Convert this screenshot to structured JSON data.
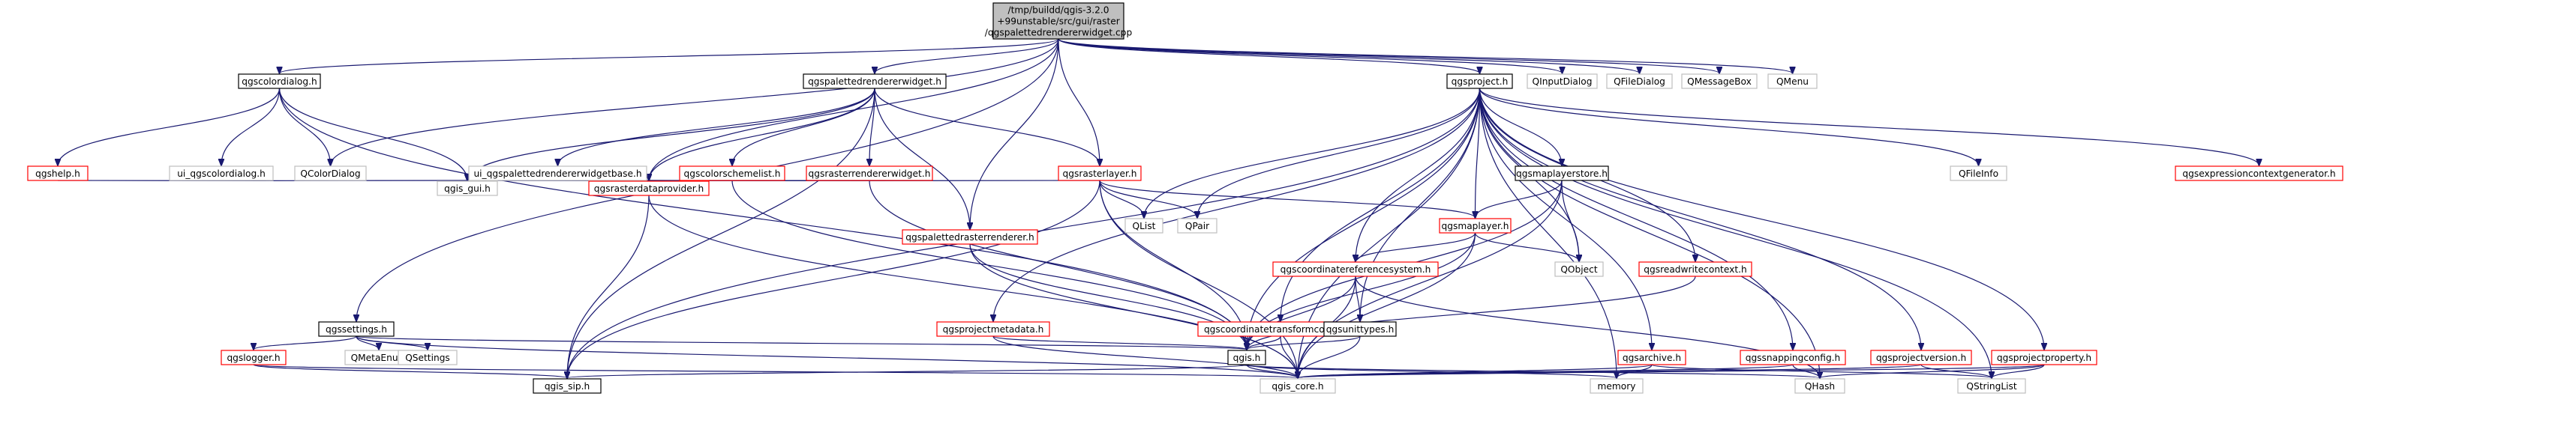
{
  "colors": {
    "edge": "#191970",
    "box_black": "#000000",
    "box_red": "#ff0000",
    "box_gray": "#bfbfbf",
    "root_fill": "#bfbfbf",
    "node_fill": "#ffffff",
    "text": "#000000"
  },
  "nodes": [
    {
      "id": "root",
      "lines": [
        "/tmp/buildd/qgis-3.2.0",
        "+99unstable/src/gui/raster",
        "/qgspalettedrendererwidget.cpp"
      ],
      "style": "root"
    },
    {
      "id": "qgscolordialog",
      "lines": [
        "qgscolordialog.h"
      ],
      "style": "black"
    },
    {
      "id": "qgspalettedrendererwidget",
      "lines": [
        "qgspalettedrendererwidget.h"
      ],
      "style": "black"
    },
    {
      "id": "qgsproject",
      "lines": [
        "qgsproject.h"
      ],
      "style": "black"
    },
    {
      "id": "QInputDialog",
      "lines": [
        "QInputDialog"
      ],
      "style": "gray"
    },
    {
      "id": "QFileDialog",
      "lines": [
        "QFileDialog"
      ],
      "style": "gray"
    },
    {
      "id": "QMessageBox",
      "lines": [
        "QMessageBox"
      ],
      "style": "gray"
    },
    {
      "id": "QMenu",
      "lines": [
        "QMenu"
      ],
      "style": "gray"
    },
    {
      "id": "qgshelp",
      "lines": [
        "qgshelp.h"
      ],
      "style": "red"
    },
    {
      "id": "ui_qgscolordialog",
      "lines": [
        "ui_qgscolordialog.h"
      ],
      "style": "gray"
    },
    {
      "id": "QColorDialog",
      "lines": [
        "QColorDialog"
      ],
      "style": "gray"
    },
    {
      "id": "ui_qgspalettedrendererwidgetbase",
      "lines": [
        "ui_qgspalettedrendererwidgetbase.h"
      ],
      "style": "gray"
    },
    {
      "id": "qgscolorschemelist",
      "lines": [
        "qgscolorschemelist.h"
      ],
      "style": "red"
    },
    {
      "id": "qgsrasterrendererwidget",
      "lines": [
        "qgsrasterrendererwidget.h"
      ],
      "style": "red"
    },
    {
      "id": "qgsrasterlayer",
      "lines": [
        "qgsrasterlayer.h"
      ],
      "style": "red"
    },
    {
      "id": "qgis_gui",
      "lines": [
        "qgis_gui.h"
      ],
      "style": "gray"
    },
    {
      "id": "qgsrasterdataprovider",
      "lines": [
        "qgsrasterdataprovider.h"
      ],
      "style": "red"
    },
    {
      "id": "qgspalettedrasterrenderer",
      "lines": [
        "qgspalettedrasterrenderer.h"
      ],
      "style": "red"
    },
    {
      "id": "qgsmaplayerstore",
      "lines": [
        "qgsmaplayerstore.h"
      ],
      "style": "black"
    },
    {
      "id": "QList",
      "lines": [
        "QList"
      ],
      "style": "gray"
    },
    {
      "id": "QPair",
      "lines": [
        "QPair"
      ],
      "style": "gray"
    },
    {
      "id": "qgsmaplayer",
      "lines": [
        "qgsmaplayer.h"
      ],
      "style": "red"
    },
    {
      "id": "QObject",
      "lines": [
        "QObject"
      ],
      "style": "gray"
    },
    {
      "id": "QFileInfo",
      "lines": [
        "QFileInfo"
      ],
      "style": "gray"
    },
    {
      "id": "qgsexpressioncontextgenerator",
      "lines": [
        "qgsexpressioncontextgenerator.h"
      ],
      "style": "red"
    },
    {
      "id": "qgscoordinatereferencesystem",
      "lines": [
        "qgscoordinatereferencesystem.h"
      ],
      "style": "red"
    },
    {
      "id": "qgsreadwritecontext",
      "lines": [
        "qgsreadwritecontext.h"
      ],
      "style": "red"
    },
    {
      "id": "qgssettings",
      "lines": [
        "qgssettings.h"
      ],
      "style": "black"
    },
    {
      "id": "qgsprojectmetadata",
      "lines": [
        "qgsprojectmetadata.h"
      ],
      "style": "red"
    },
    {
      "id": "qgscoordinatetransformcontext",
      "lines": [
        "qgscoordinatetransformcontext.h"
      ],
      "style": "red"
    },
    {
      "id": "qgsunittypes",
      "lines": [
        "qgsunittypes.h"
      ],
      "style": "black"
    },
    {
      "id": "qgslogger",
      "lines": [
        "qgslogger.h"
      ],
      "style": "red"
    },
    {
      "id": "QMetaEnum",
      "lines": [
        "QMetaEnum"
      ],
      "style": "gray"
    },
    {
      "id": "QSettings",
      "lines": [
        "QSettings"
      ],
      "style": "gray"
    },
    {
      "id": "qgis",
      "lines": [
        "qgis.h"
      ],
      "style": "black"
    },
    {
      "id": "qgsarchive",
      "lines": [
        "qgsarchive.h"
      ],
      "style": "red"
    },
    {
      "id": "qgssnappingconfig",
      "lines": [
        "qgssnappingconfig.h"
      ],
      "style": "red"
    },
    {
      "id": "qgsprojectversion",
      "lines": [
        "qgsprojectversion.h"
      ],
      "style": "red"
    },
    {
      "id": "qgsprojectproperty",
      "lines": [
        "qgsprojectproperty.h"
      ],
      "style": "red"
    },
    {
      "id": "qgis_sip",
      "lines": [
        "qgis_sip.h"
      ],
      "style": "black"
    },
    {
      "id": "qgis_core",
      "lines": [
        "qgis_core.h"
      ],
      "style": "gray"
    },
    {
      "id": "memory",
      "lines": [
        "memory"
      ],
      "style": "gray"
    },
    {
      "id": "QHash",
      "lines": [
        "QHash"
      ],
      "style": "gray"
    },
    {
      "id": "QStringList",
      "lines": [
        "QStringList"
      ],
      "style": "gray"
    }
  ],
  "edges": [
    [
      "root",
      "qgscolordialog"
    ],
    [
      "root",
      "qgspalettedrendererwidget"
    ],
    [
      "root",
      "qgsproject"
    ],
    [
      "root",
      "QInputDialog"
    ],
    [
      "root",
      "QFileDialog"
    ],
    [
      "root",
      "QMessageBox"
    ],
    [
      "root",
      "QMenu"
    ],
    [
      "root",
      "qgsrasterlayer"
    ],
    [
      "root",
      "qgspalettedrasterrenderer"
    ],
    [
      "root",
      "qgssettings"
    ],
    [
      "root",
      "QColorDialog"
    ],
    [
      "root",
      "qgsrasterdataprovider"
    ],
    [
      "qgscolordialog",
      "qgshelp"
    ],
    [
      "qgscolordialog",
      "ui_qgscolordialog"
    ],
    [
      "qgscolordialog",
      "QColorDialog"
    ],
    [
      "qgscolordialog",
      "qgis_gui"
    ],
    [
      "qgscolordialog",
      "qgis"
    ],
    [
      "qgshelp",
      "qgis_gui"
    ],
    [
      "qgspalettedrendererwidget",
      "ui_qgspalettedrendererwidgetbase"
    ],
    [
      "qgspalettedrendererwidget",
      "qgscolorschemelist"
    ],
    [
      "qgspalettedrendererwidget",
      "qgsrasterrendererwidget"
    ],
    [
      "qgspalettedrendererwidget",
      "qgsrasterlayer"
    ],
    [
      "qgspalettedrendererwidget",
      "qgis_gui"
    ],
    [
      "qgspalettedrendererwidget",
      "qgis_sip"
    ],
    [
      "qgspalettedrendererwidget",
      "qgspalettedrasterrenderer"
    ],
    [
      "qgspalettedrendererwidget",
      "qgsrasterdataprovider"
    ],
    [
      "qgscolorschemelist",
      "qgis_gui"
    ],
    [
      "qgscolorschemelist",
      "qgis"
    ],
    [
      "qgsrasterrendererwidget",
      "qgis_gui"
    ],
    [
      "qgsrasterrendererwidget",
      "qgsrasterdataprovider"
    ],
    [
      "qgsrasterrendererwidget",
      "qgis"
    ],
    [
      "qgsrasterlayer",
      "qgsrasterdataprovider"
    ],
    [
      "qgsrasterlayer",
      "QList"
    ],
    [
      "qgsrasterlayer",
      "QPair"
    ],
    [
      "qgsrasterlayer",
      "qgsmaplayer"
    ],
    [
      "qgsrasterlayer",
      "qgis_core"
    ],
    [
      "qgsrasterlayer",
      "qgis_sip"
    ],
    [
      "qgsrasterlayer",
      "qgis"
    ],
    [
      "qgsrasterdataprovider",
      "qgis_core"
    ],
    [
      "qgsrasterdataprovider",
      "qgis_sip"
    ],
    [
      "qgspalettedrasterrenderer",
      "qgis_core"
    ],
    [
      "qgspalettedrasterrenderer",
      "qgis"
    ],
    [
      "qgsproject",
      "qgsmaplayerstore"
    ],
    [
      "qgsproject",
      "QList"
    ],
    [
      "qgsproject",
      "QPair"
    ],
    [
      "qgsproject",
      "QFileInfo"
    ],
    [
      "qgsproject",
      "qgsexpressioncontextgenerator"
    ],
    [
      "qgsproject",
      "qgsmaplayer"
    ],
    [
      "qgsproject",
      "qgsreadwritecontext"
    ],
    [
      "qgsproject",
      "qgscoordinatereferencesystem"
    ],
    [
      "qgsproject",
      "qgsunittypes"
    ],
    [
      "qgsproject",
      "qgsprojectmetadata"
    ],
    [
      "qgsproject",
      "qgscoordinatetransformcontext"
    ],
    [
      "qgsproject",
      "qgsarchive"
    ],
    [
      "qgsproject",
      "qgssnappingconfig"
    ],
    [
      "qgsproject",
      "qgsprojectversion"
    ],
    [
      "qgsproject",
      "qgsprojectproperty"
    ],
    [
      "qgsproject",
      "QObject"
    ],
    [
      "qgsproject",
      "memory"
    ],
    [
      "qgsproject",
      "QHash"
    ],
    [
      "qgsproject",
      "QStringList"
    ],
    [
      "qgsproject",
      "qgis_sip"
    ],
    [
      "qgsproject",
      "qgis"
    ],
    [
      "qgsproject",
      "qgis_core"
    ],
    [
      "qgsmaplayerstore",
      "qgsmaplayer"
    ],
    [
      "qgsmaplayerstore",
      "QObject"
    ],
    [
      "qgsmaplayerstore",
      "qgis"
    ],
    [
      "qgsmaplayerstore",
      "qgis_core"
    ],
    [
      "qgsmaplayer",
      "QObject"
    ],
    [
      "qgsmaplayer",
      "qgscoordinatereferencesystem"
    ],
    [
      "qgsmaplayer",
      "qgis"
    ],
    [
      "qgsmaplayer",
      "qgis_core"
    ],
    [
      "qgscoordinatereferencesystem",
      "qgsunittypes"
    ],
    [
      "qgscoordinatereferencesystem",
      "qgis"
    ],
    [
      "qgscoordinatereferencesystem",
      "qgis_core"
    ],
    [
      "qgscoordinatereferencesystem",
      "QHash"
    ],
    [
      "qgsreadwritecontext",
      "qgis"
    ],
    [
      "qgssettings",
      "qgslogger"
    ],
    [
      "qgssettings",
      "QMetaEnum"
    ],
    [
      "qgssettings",
      "QSettings"
    ],
    [
      "qgssettings",
      "qgis"
    ],
    [
      "qgssettings",
      "qgis_core"
    ],
    [
      "qgslogger",
      "qgis_sip"
    ],
    [
      "qgslogger",
      "qgis_core"
    ],
    [
      "qgsprojectmetadata",
      "qgis"
    ],
    [
      "qgsprojectmetadata",
      "qgis_core"
    ],
    [
      "qgscoordinatetransformcontext",
      "qgis"
    ],
    [
      "qgscoordinatetransformcontext",
      "qgis_core"
    ],
    [
      "qgsunittypes",
      "qgis"
    ],
    [
      "qgsunittypes",
      "qgis_core"
    ],
    [
      "qgis",
      "qgis_sip"
    ],
    [
      "qgis",
      "qgis_core"
    ],
    [
      "qgis",
      "memory"
    ],
    [
      "qgis",
      "QHash"
    ],
    [
      "qgsarchive",
      "qgis_core"
    ],
    [
      "qgsarchive",
      "memory"
    ],
    [
      "qgsarchive",
      "QStringList"
    ],
    [
      "qgssnappingconfig",
      "qgis_core"
    ],
    [
      "qgssnappingconfig",
      "QHash"
    ],
    [
      "qgsprojectversion",
      "qgis_core"
    ],
    [
      "qgsprojectversion",
      "QStringList"
    ],
    [
      "qgsprojectproperty",
      "qgis_core"
    ],
    [
      "qgsprojectproperty",
      "QHash"
    ],
    [
      "qgsprojectproperty",
      "QStringList"
    ]
  ]
}
